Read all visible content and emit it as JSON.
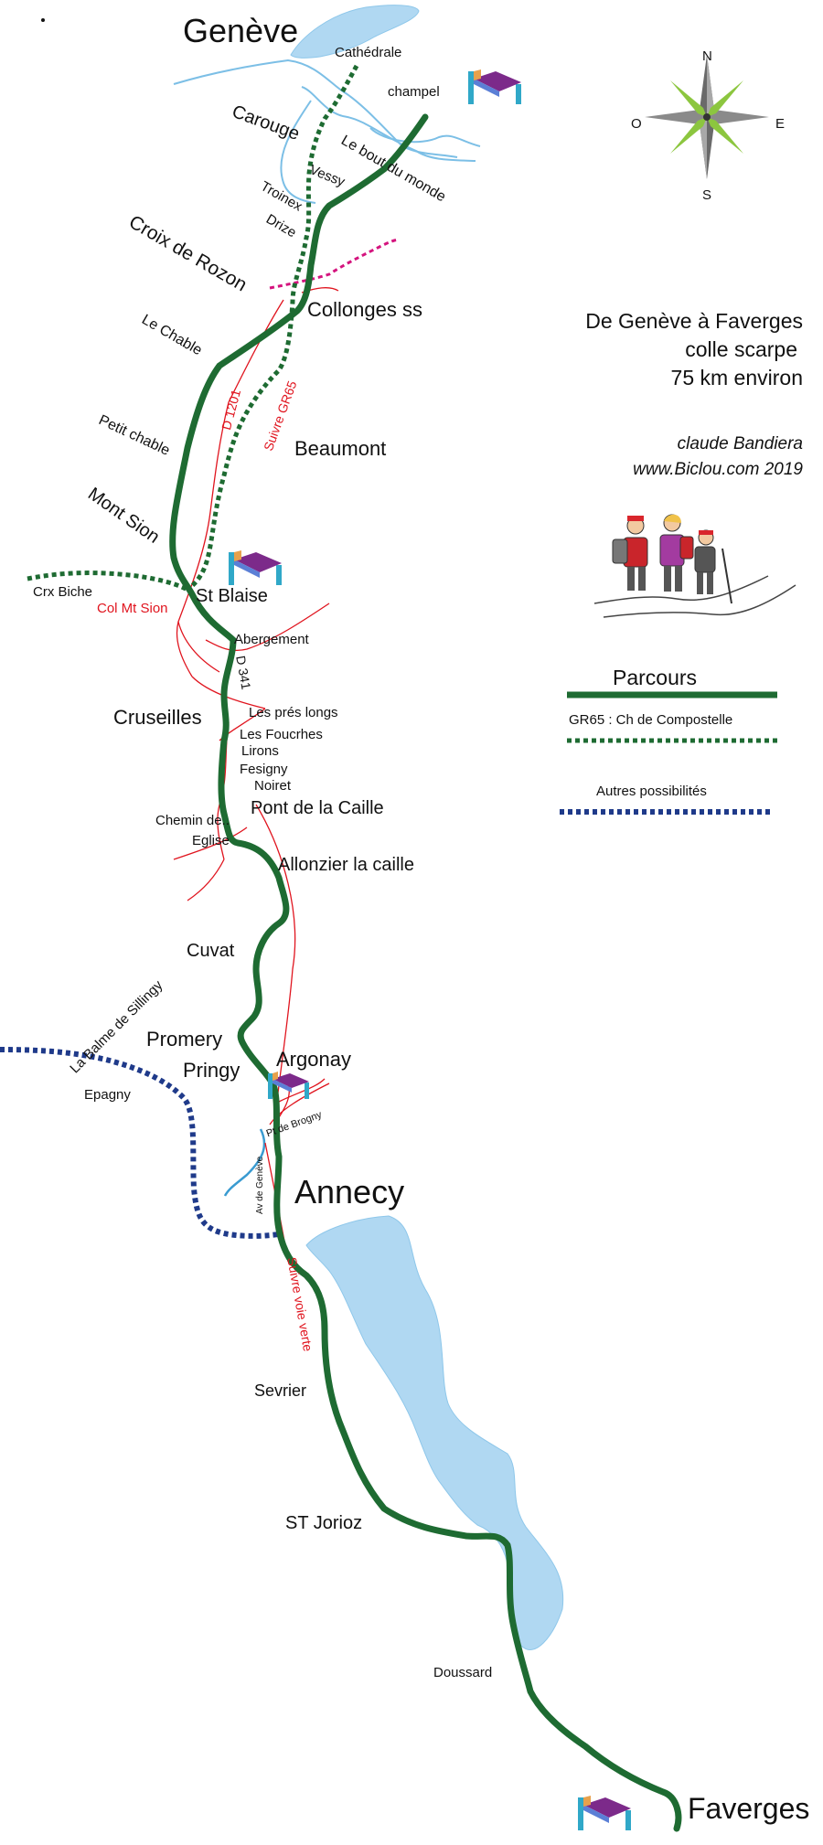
{
  "title": {
    "line1": "De Genève à Faverges",
    "line2": "colle scarpe",
    "line3": "75 km environ"
  },
  "credits": {
    "author": "claude Bandiera",
    "site": "www.Biclou.com 2019"
  },
  "compass": {
    "n": "N",
    "s": "S",
    "e": "E",
    "w": "O"
  },
  "legend": {
    "parcours": "Parcours",
    "gr65": "GR65 : Ch de Compostelle",
    "autres": "Autres possibilités"
  },
  "places": {
    "geneve": "Genève",
    "cathedrale": "Cathédrale",
    "champel": "champel",
    "carouge": "Carouge",
    "bout_du_monde": "Le bout du monde",
    "vessy": "Vessy",
    "troinex": "Troinex",
    "drize": "Drize",
    "croix_de_rozon": "Croix  de Rozon",
    "collonges": "Collonges ss",
    "le_chable": "Le Chable",
    "d1201": "D 1201",
    "suivre_gr65": "Suivre GR65",
    "beaumont": "Beaumont",
    "petit_chable": "Petit chable",
    "mont_sion": "Mont Sion",
    "crx_biche": "Crx Biche",
    "col_mt_sion": "Col Mt Sion",
    "st_blaise": "St Blaise",
    "abergement": "Abergement",
    "d341": "D 341",
    "cruseilles": "Cruseilles",
    "pres_longs": "Les prés longs",
    "foucrhes": "Les Foucrhes",
    "lirons": "Lirons",
    "fesigny": "Fesigny",
    "noiret": "Noiret",
    "pont_caille": "Pont de la Caille",
    "chemin_de": "Chemin de..",
    "eglise": "Eglise",
    "allonzier": "Allonzier la caille",
    "cuvat": "Cuvat",
    "balme": "La Balme de Sillingy",
    "epagny": "Epagny",
    "promery": "Promery",
    "pringy": "Pringy",
    "argonay": "Argonay",
    "pt_brogny": "Pt de Brogny",
    "av_geneve": "Av de Genève",
    "annecy": "Annecy",
    "suivre_voie_verte": "Suivre voie verte",
    "sevrier": "Sevrier",
    "st_jorioz": "ST Jorioz",
    "doussard": "Doussard",
    "faverges": "Faverges"
  },
  "colors": {
    "route": "#1e6b32",
    "other_routes": "#1f3a8a",
    "roads": "#e0141e",
    "variant": "#d4147e",
    "water": "#b0d8f2",
    "river": "#7cbfe6"
  }
}
